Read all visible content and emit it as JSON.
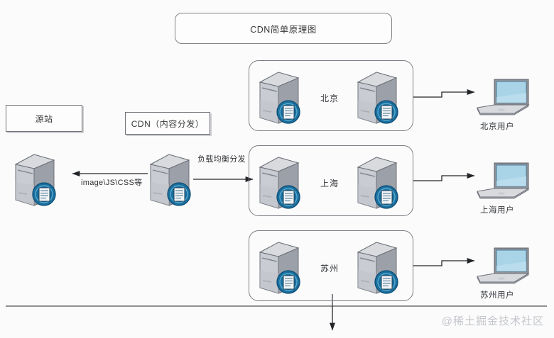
{
  "diagram": {
    "title": "CDN简单原理图",
    "watermark": "@稀土掘金技术社区"
  },
  "boxes": {
    "origin": "源站",
    "cdn": "CDN（内容分发）"
  },
  "edges": {
    "origin_to_cdn": "image\\JS\\CSS等",
    "cdn_to_regions": "负载均衡分发"
  },
  "regions": [
    {
      "label": "北京",
      "user_label": "北京用户"
    },
    {
      "label": "上海",
      "user_label": "上海用户"
    },
    {
      "label": "苏州",
      "user_label": "苏州用户"
    }
  ],
  "colors": {
    "server_body": "#b9bcc4",
    "server_top": "#d6d8dd",
    "server_side": "#9ea2ab",
    "badge_blue": "#1a6f9f",
    "badge_blue_dark": "#10527a",
    "laptop_screen": "#a9d4e8",
    "laptop_body": "#d3d5da",
    "line": "#2b2d31",
    "border": "#74777d",
    "background": "#fbfbfb",
    "watermark": "#c3c6cb"
  }
}
